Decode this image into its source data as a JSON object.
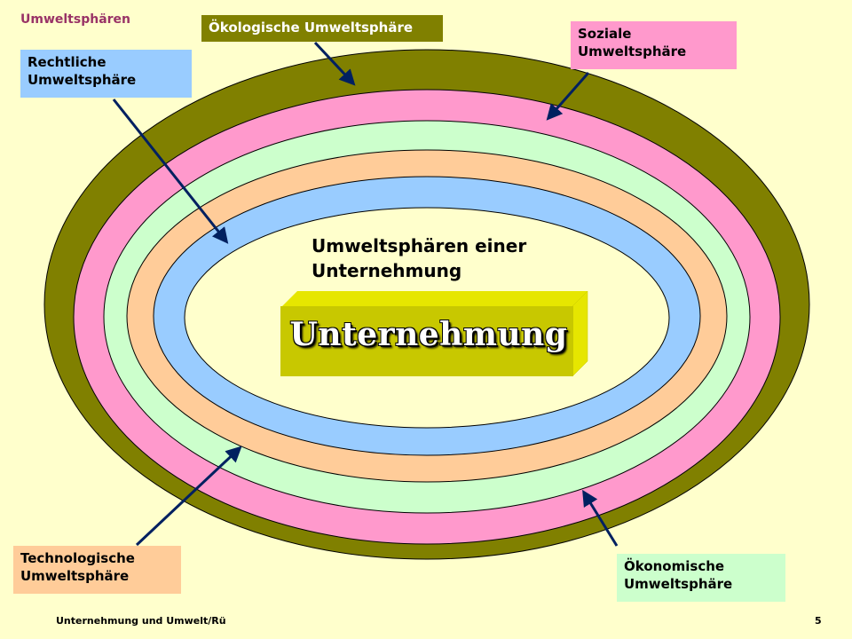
{
  "slide_title": "Umweltsphären",
  "labels": {
    "oekologisch": "Ökologische Umweltsphäre",
    "sozial": [
      "Soziale",
      "Umweltsphäre"
    ],
    "rechtlich": [
      "Rechtliche",
      "Umweltsphäre"
    ],
    "technologisch": [
      "Technologische",
      "Umweltsphäre"
    ],
    "oekonomisch": [
      "Ökonomische",
      "Umweltsphäre"
    ]
  },
  "center_title": [
    "Umweltsphären einer",
    "Unternehmung"
  ],
  "box_label": "Unternehmung",
  "footer": {
    "left": "Unternehmung und Umwelt/Rü",
    "page": "5"
  },
  "colors": {
    "background": "#ffffcc",
    "ring_oekologisch": "#808000",
    "ring_sozial": "#ff99cc",
    "ring_oekonomisch": "#ccffcc",
    "ring_technologisch": "#ffcc99",
    "ring_rechtlich": "#99ccff",
    "box_front": "#c8c800",
    "arrow": "#002060"
  }
}
